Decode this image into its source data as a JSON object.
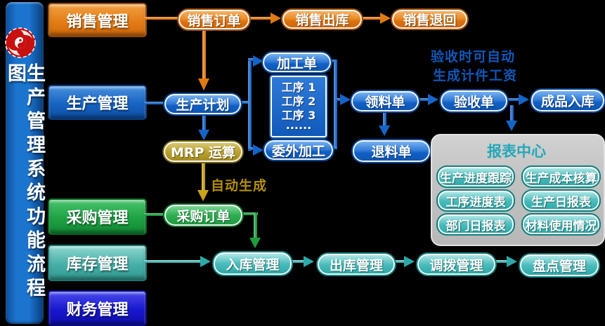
{
  "sidebar": {
    "title": "生产管理系统功能流程图",
    "logo": "phoenix-swirl-logo",
    "bar_color": "#1b74cd"
  },
  "categories": [
    {
      "label": "销售管理",
      "color": "#e47d16"
    },
    {
      "label": "生产管理",
      "color": "#1563c2"
    },
    {
      "label": "采购管理",
      "color": "#1da244"
    },
    {
      "label": "库存管理",
      "color": "#46b0a8"
    },
    {
      "label": "财务管理",
      "color": "#1717cf"
    }
  ],
  "sales_flow": {
    "nodes": [
      "销售订单",
      "销售出库",
      "销售退回"
    ],
    "color": "#e07a12"
  },
  "production": {
    "plan": "生产计划",
    "work_order": "加工单",
    "process_box": [
      "工序 1",
      "工序 2",
      "工序 3",
      "......"
    ],
    "outsourcing": "委外加工",
    "material_request": "领料单",
    "material_return": "退料单",
    "acceptance": "验收单",
    "finished_goods": "成品入库",
    "note_line1": "验收时可自动",
    "note_line2": "生成计件工资",
    "note_color": "#1157b8",
    "mrp": "MRP 运算",
    "auto_generate": "自动生成",
    "auto_color": "#b38f07",
    "purchase_order": "采购订单",
    "node_color": "#1565c8"
  },
  "inventory_flow": {
    "nodes": [
      "入库管理",
      "出库管理",
      "调拨管理",
      "盘点管理"
    ],
    "color": "#2fa8a8"
  },
  "report_center": {
    "title": "报表中心",
    "title_color": "#23a8b8",
    "items": [
      "生产进度跟踪",
      "生产成本核算",
      "工序进度表",
      "生产日报表",
      "部门日报表",
      "材料使用情况"
    ]
  }
}
